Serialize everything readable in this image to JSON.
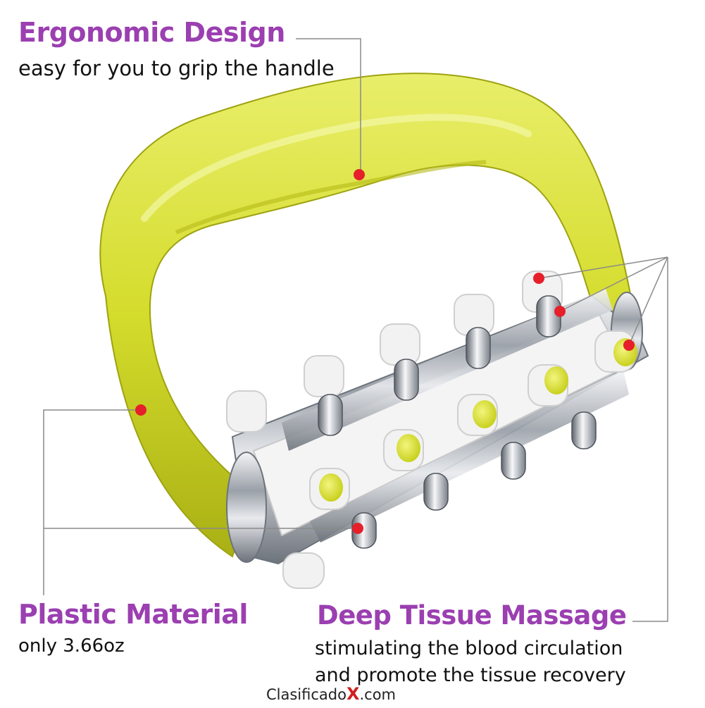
{
  "callouts": {
    "ergonomic": {
      "title": "Ergonomic Design",
      "subtitle": "easy for you to grip the handle"
    },
    "plastic": {
      "title": "Plastic Material",
      "subtitle": "only 3.66oz"
    },
    "deep_tissue": {
      "title": "Deep Tissue Massage",
      "line1": "stimulating the blood circulation",
      "line2": "and promote the tissue recovery"
    }
  },
  "watermark": {
    "prefix": "Clasificado",
    "mark": "X",
    "suffix": ".com"
  },
  "colors": {
    "title": "#9b3fb1",
    "handle": "#d4dc2c",
    "marker": "#e5202a",
    "chrome": "#c8ccd2",
    "nodule": "#f2f2f2"
  }
}
